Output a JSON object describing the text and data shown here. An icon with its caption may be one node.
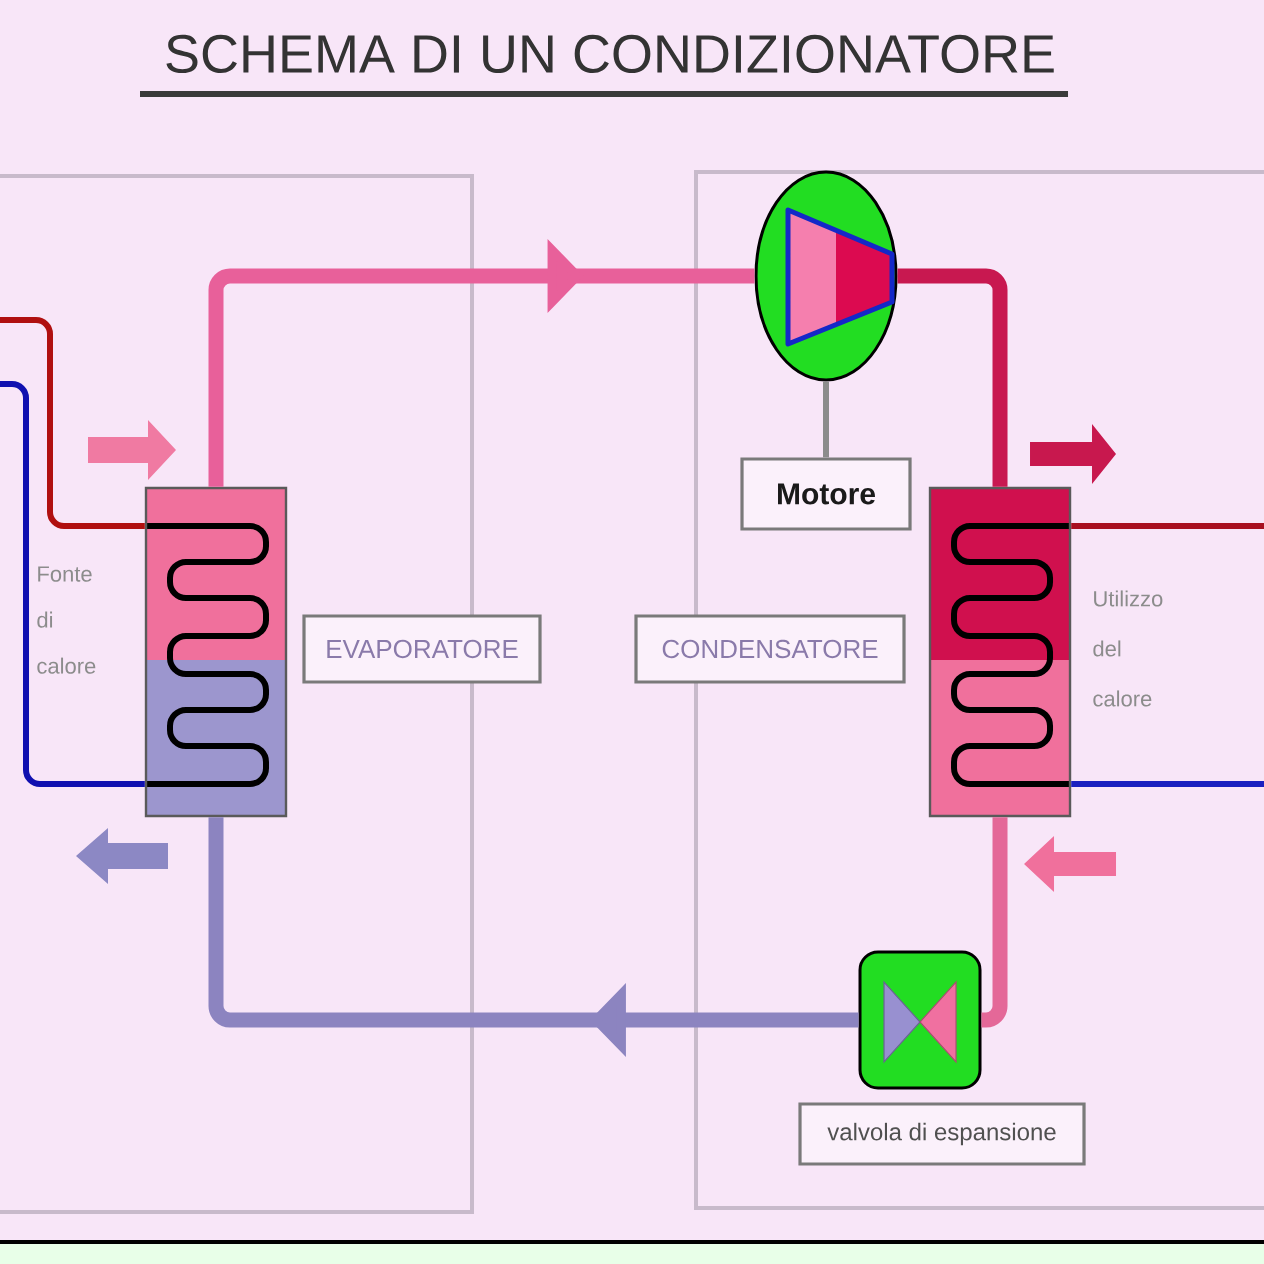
{
  "diagram": {
    "title": "SCHEMA DI UN CONDIZIONATORE",
    "nodes": [
      {
        "text": [],
        "shape": "circle"
      },
      {
        "text": [
          "Motore"
        ]
      },
      {
        "text": [],
        "shape": "box"
      },
      {
        "text": [],
        "shape": "box"
      },
      {
        "text": [
          "EVAPORATORE"
        ]
      },
      {
        "text": [
          "CONDENSATORE"
        ]
      },
      {
        "text": [],
        "shape": "box"
      },
      {
        "text": [
          "valvola di espansione"
        ]
      }
    ],
    "edges": [
      {
        "from": 2,
        "to": 0,
        "arrow": "to",
        "style": "thick",
        "color": "#e8609a"
      },
      {
        "from": 0,
        "to": 3,
        "arrow": "none",
        "style": "thick",
        "color": "#c81850"
      },
      {
        "from": 3,
        "to": 6,
        "arrow": "none",
        "style": "thick",
        "color": "#e46898"
      },
      {
        "from": 6,
        "to": 2,
        "arrow": "to",
        "style": "thick",
        "color": "#8c84c0"
      },
      {
        "from": 1,
        "to": 0,
        "arrow": "none",
        "color": "#8c8c8c"
      },
      {
        "from": null,
        "to": 2,
        "arrow": "none",
        "color": "#b01010"
      },
      {
        "from": null,
        "to": 2,
        "arrow": "none",
        "color": "#1010b0"
      },
      {
        "from": 3,
        "to": null,
        "arrow": "none",
        "color": "#a81020"
      },
      {
        "from": 3,
        "to": null,
        "arrow": "none",
        "color": "#1a20c0"
      }
    ],
    "labels": [
      "Fonte di calore",
      "Utilizzo del calore"
    ]
  }
}
